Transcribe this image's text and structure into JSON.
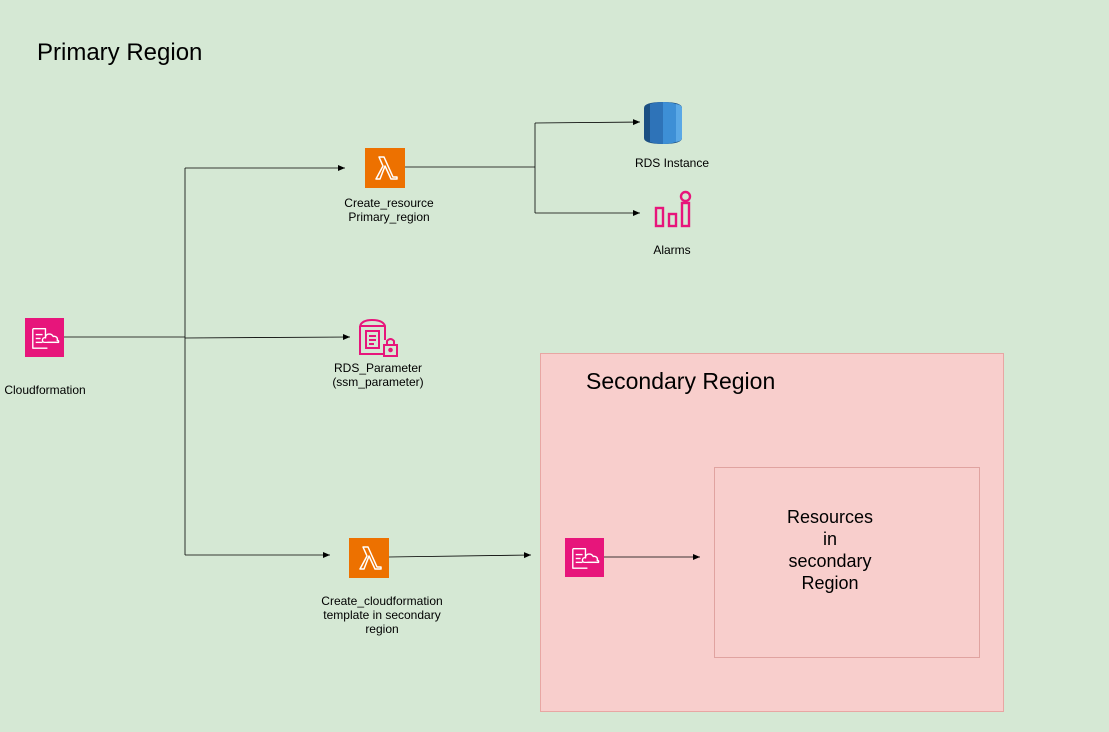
{
  "primary_region": {
    "title": "Primary Region"
  },
  "secondary_region": {
    "title": "Secondary Region",
    "resources_box": {
      "label": "Resources\nin\nsecondary\nRegion"
    }
  },
  "nodes": {
    "cloudformation": {
      "label": "Cloudformation",
      "icon": "cloudformation-icon",
      "color": "#e7157b"
    },
    "create_resource": {
      "label": "Create_resource\nPrimary_region",
      "icon": "lambda-icon",
      "color": "#ed7100"
    },
    "rds_instance": {
      "label": "RDS Instance",
      "icon": "rds-database-icon",
      "color": "#2e73b8"
    },
    "alarms": {
      "label": "Alarms",
      "icon": "cloudwatch-alarm-icon",
      "color": "#e7157b"
    },
    "rds_parameter": {
      "label": "RDS_Parameter\n(ssm_parameter)",
      "icon": "ssm-parameter-store-icon",
      "color": "#e7157b"
    },
    "create_cloudformation": {
      "label": "Create_cloudformation\ntemplate in secondary\nregion",
      "icon": "lambda-icon",
      "color": "#ed7100"
    },
    "secondary_cloudformation": {
      "label": "",
      "icon": "cloudformation-icon",
      "color": "#e7157b"
    }
  },
  "colors": {
    "primary_background": "#d5e8d4",
    "secondary_background": "#f8cecc",
    "secondary_border": "#e8a6a3"
  }
}
